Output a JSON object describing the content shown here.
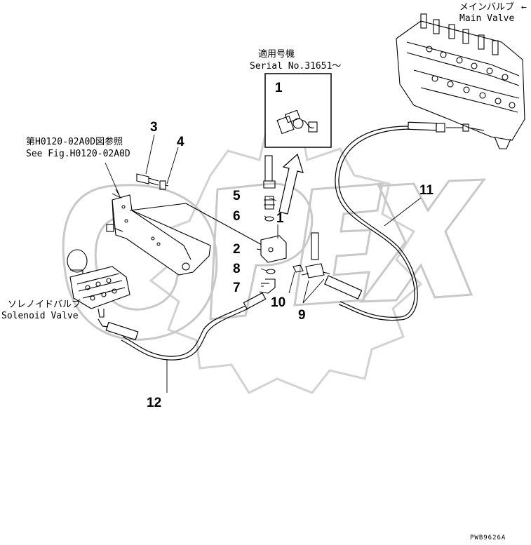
{
  "callouts": {
    "main_valve_jp": "メインバルブ",
    "main_valve_en": "Main Valve",
    "serial_jp": "適用号機",
    "serial_en": "Serial No.31651～",
    "see_fig_jp": "第H0120-02A0D図参照",
    "see_fig_en": "See Fig.H0120-02A0D",
    "solenoid_jp": "ソレノイドバルブ",
    "solenoid_en": "Solenoid Valve"
  },
  "part_numbers": {
    "p1_inset": "1",
    "p1": "1",
    "p2": "2",
    "p3": "3",
    "p4": "4",
    "p5": "5",
    "p6": "6",
    "p7": "7",
    "p8": "8",
    "p9": "9",
    "p10": "10",
    "p11": "11",
    "p12": "12"
  },
  "drawing_code": "PWB9626A",
  "watermark_text": "OPEX",
  "colors": {
    "line": "#000000",
    "watermark": "#cfcfcf"
  }
}
